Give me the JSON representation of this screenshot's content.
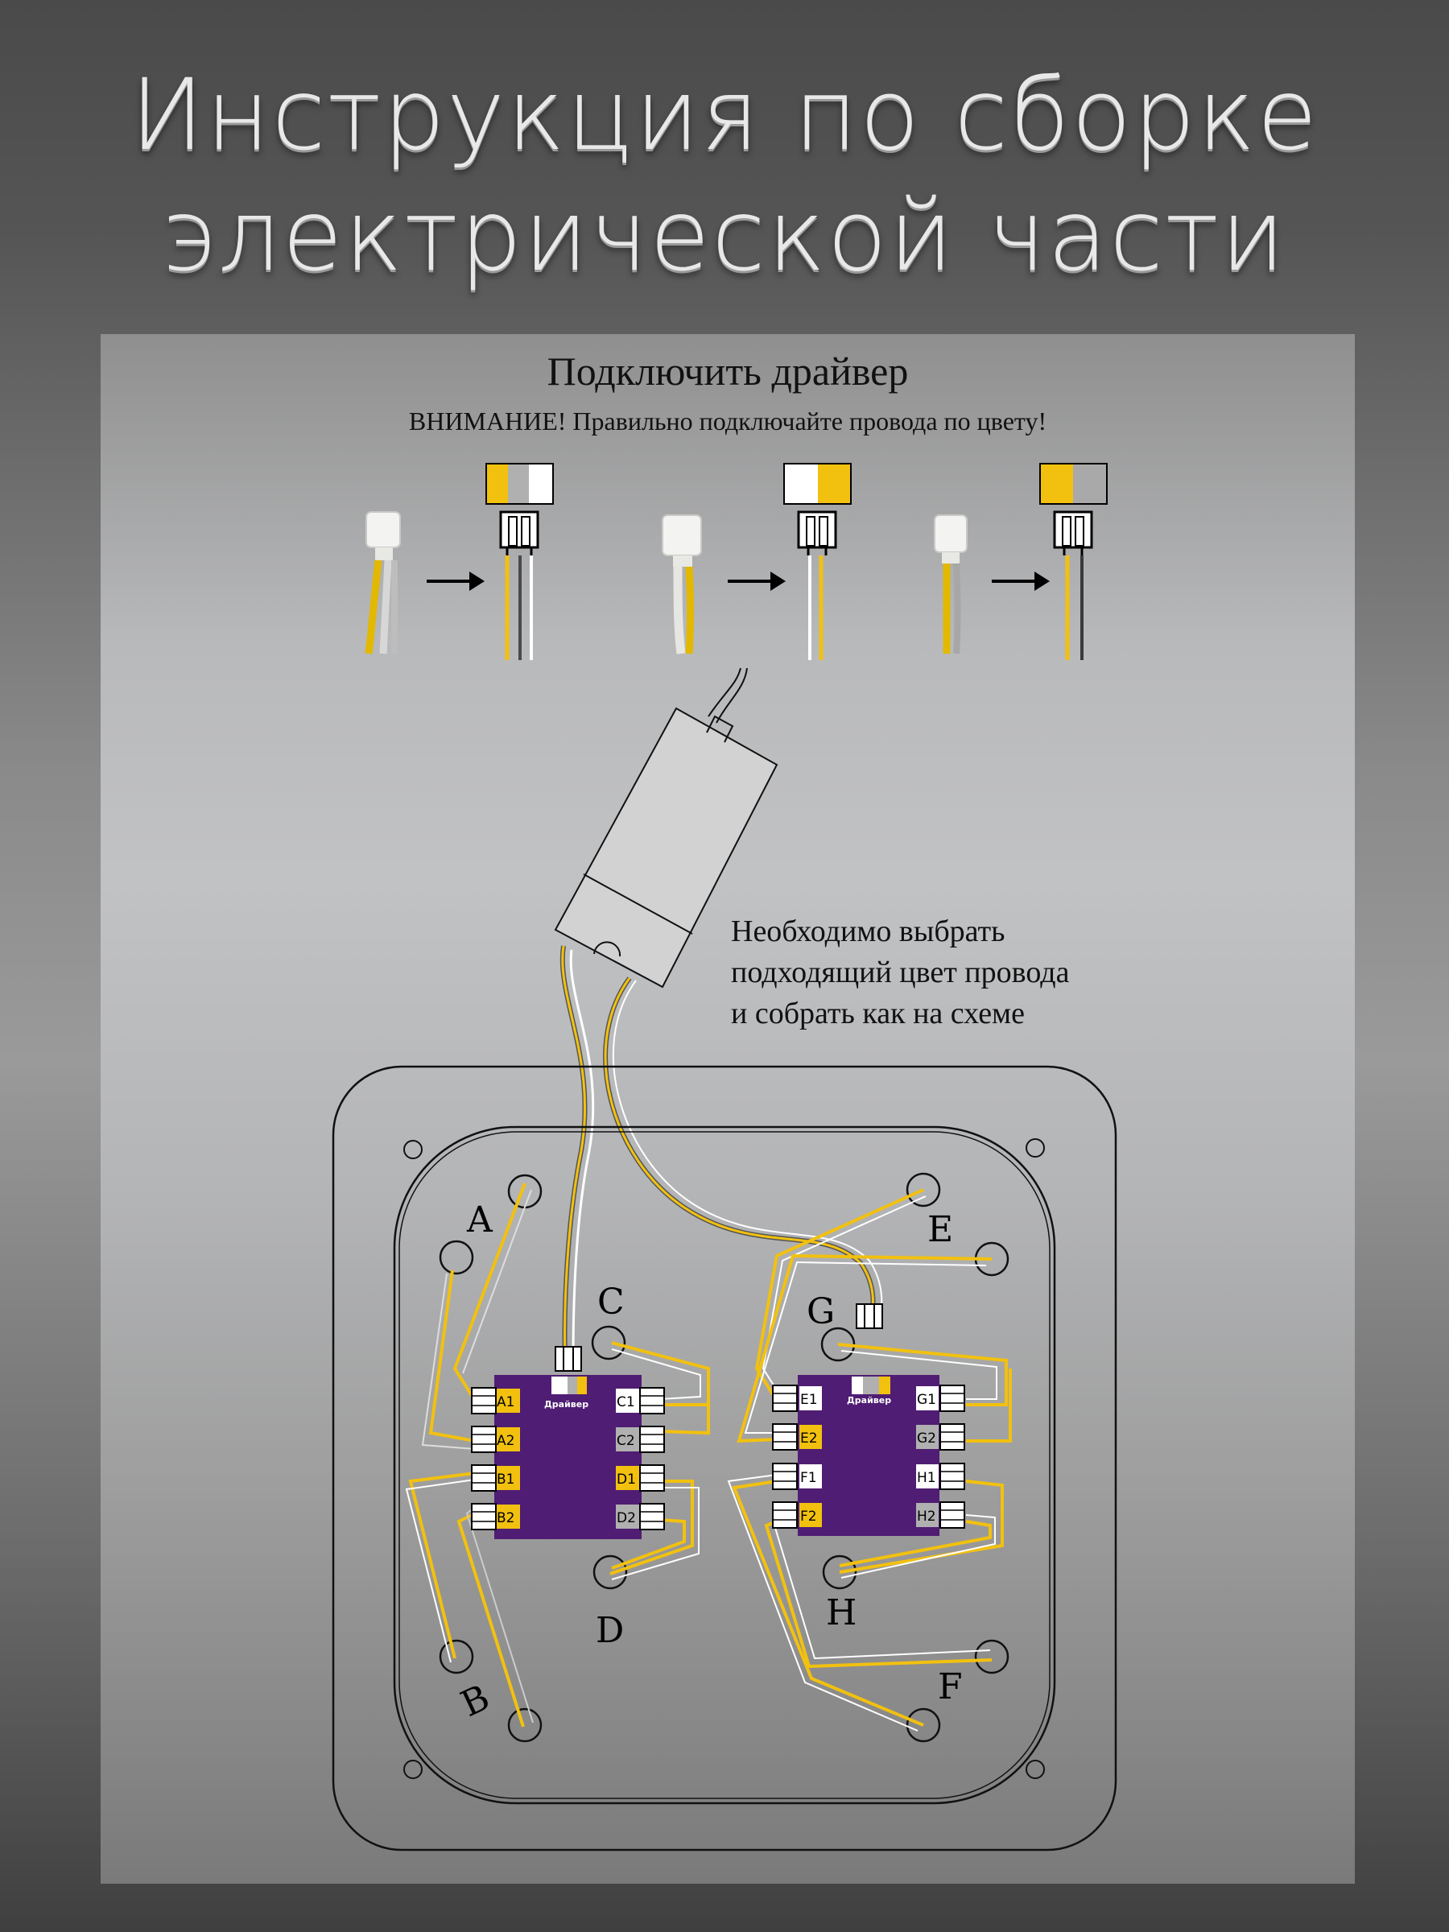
{
  "header": {
    "title_line1": "Инструкция по сборке",
    "title_line2": "электрической части"
  },
  "section": {
    "title": "Подключить драйвер",
    "warning": "ВНИМАНИЕ! Правильно подключайте провода по цвету!"
  },
  "note": {
    "line1": "Необходимо выбрать",
    "line2": "подходящий цвет провода",
    "line3": "и собрать как на схеме"
  },
  "boards": {
    "left": {
      "label": "Драйвер",
      "left_pins": [
        "A1",
        "A2",
        "B1",
        "B2"
      ],
      "right_pins": [
        "C1",
        "C2",
        "D1",
        "D2"
      ]
    },
    "right": {
      "label": "Драйвер",
      "left_pins": [
        "E1",
        "E2",
        "F1",
        "F2"
      ],
      "right_pins": [
        "G1",
        "G2",
        "H1",
        "H2"
      ]
    }
  },
  "lamp_labels": [
    "A",
    "B",
    "C",
    "D",
    "E",
    "F",
    "G",
    "H"
  ],
  "colors": {
    "board": "#4f1d73",
    "wire_yellow": "#f2c10f",
    "wire_white": "#ffffff",
    "wire_gray": "#a9a9a9",
    "wire_dark": "#3a3a3a"
  },
  "connector_types": [
    {
      "name": "yellow-gray",
      "colors": [
        "#f2c10f",
        "#b0b0b0",
        "#ffffff"
      ]
    },
    {
      "name": "white-yellow",
      "colors": [
        "#ffffff",
        "#f2c10f"
      ]
    },
    {
      "name": "yellow-gray-dark",
      "colors": [
        "#f2c10f",
        "#a9a9a9"
      ]
    }
  ]
}
